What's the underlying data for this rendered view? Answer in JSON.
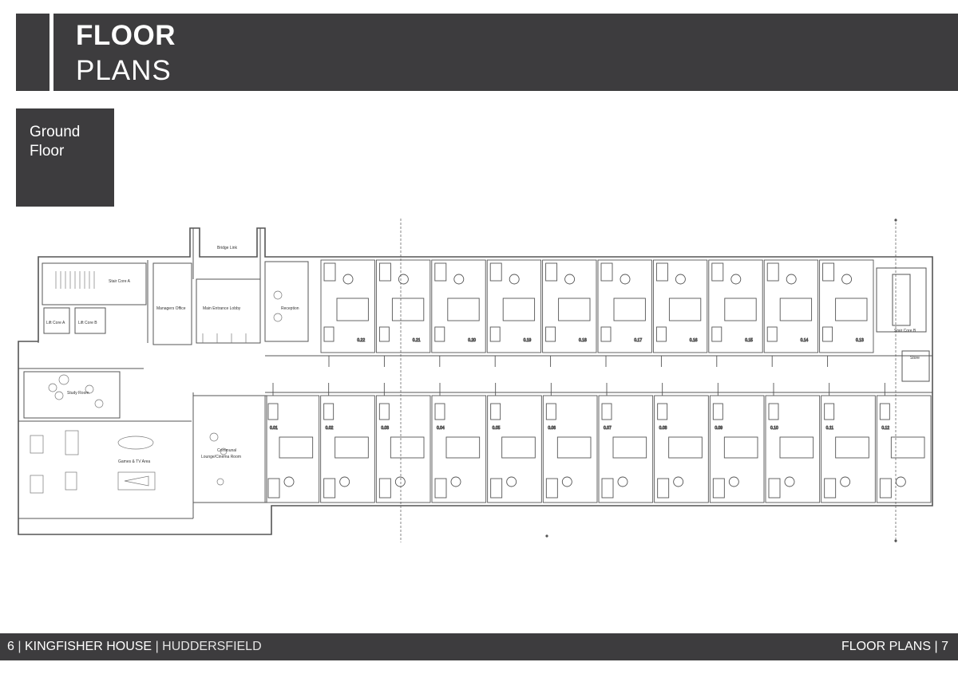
{
  "header": {
    "title_line1": "FLOOR",
    "title_line2": "PLANS"
  },
  "floor_label": "Ground Floor",
  "plan": {
    "labels": {
      "bridge_link": "Bridge Link",
      "stair_core_a": "Stair Core A",
      "stair_core_b": "Stair Core B",
      "lift_core_a": "Lift Core A",
      "lift_core_b": "Lift Core B",
      "managers_office": "Managers Office",
      "main_entrance_lobby": "Main Entrance Lobby",
      "reception": "Reception",
      "study_room": "Study Room",
      "games_tv_area": "Games & TV Area",
      "communal_lounge_1": "Communal",
      "communal_lounge_2": "Lounge/Cinema Room",
      "store": "Store"
    },
    "rooms_top": [
      "0.22",
      "0.21",
      "0.20",
      "0.19",
      "0.18",
      "0.17",
      "0.16",
      "0.15",
      "0.14",
      "0.13"
    ],
    "rooms_bottom": [
      "0.01",
      "0.02",
      "0.03",
      "0.04",
      "0.05",
      "0.06",
      "0.07",
      "0.08",
      "0.09",
      "0.10",
      "0.11",
      "0.12"
    ]
  },
  "footer": {
    "page_left": "6",
    "sep1": "|",
    "project": "KINGFISHER HOUSE",
    "sep2": "|",
    "location": "HUDDERSFIELD",
    "section": "FLOOR PLANS",
    "sep3": "|",
    "page_right": "7"
  }
}
